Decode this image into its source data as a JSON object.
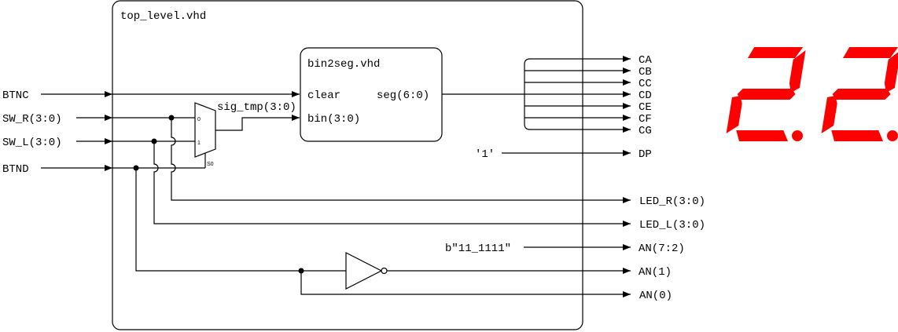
{
  "top_level": {
    "title": "top_level.vhd"
  },
  "bin2seg": {
    "title": "bin2seg.vhd",
    "port_clear": "clear",
    "port_bin": "bin(3:0)",
    "port_seg": "seg(6:0)"
  },
  "inputs": {
    "btnc": "BTNC",
    "sw_r": "SW_R(3:0)",
    "sw_l": "SW_L(3:0)",
    "btnd": "BTND"
  },
  "mux": {
    "in0": "0",
    "in1": "1",
    "sel": "S0"
  },
  "signals": {
    "sig_tmp": "sig_tmp(3:0)"
  },
  "constants": {
    "dp_value": "'1'",
    "an_value": "b\"11_1111\""
  },
  "outputs": {
    "ca": "CA",
    "cb": "CB",
    "cc": "CC",
    "cd": "CD",
    "ce": "CE",
    "cf": "CF",
    "cg": "CG",
    "dp": "DP",
    "led_r": "LED_R(3:0)",
    "led_l": "LED_L(3:0)",
    "an72": "AN(7:2)",
    "an1": "AN(1)",
    "an0": "AN(0)"
  },
  "display": {
    "digits": [
      "2.",
      "2."
    ],
    "segment_color": "#ff0000"
  }
}
